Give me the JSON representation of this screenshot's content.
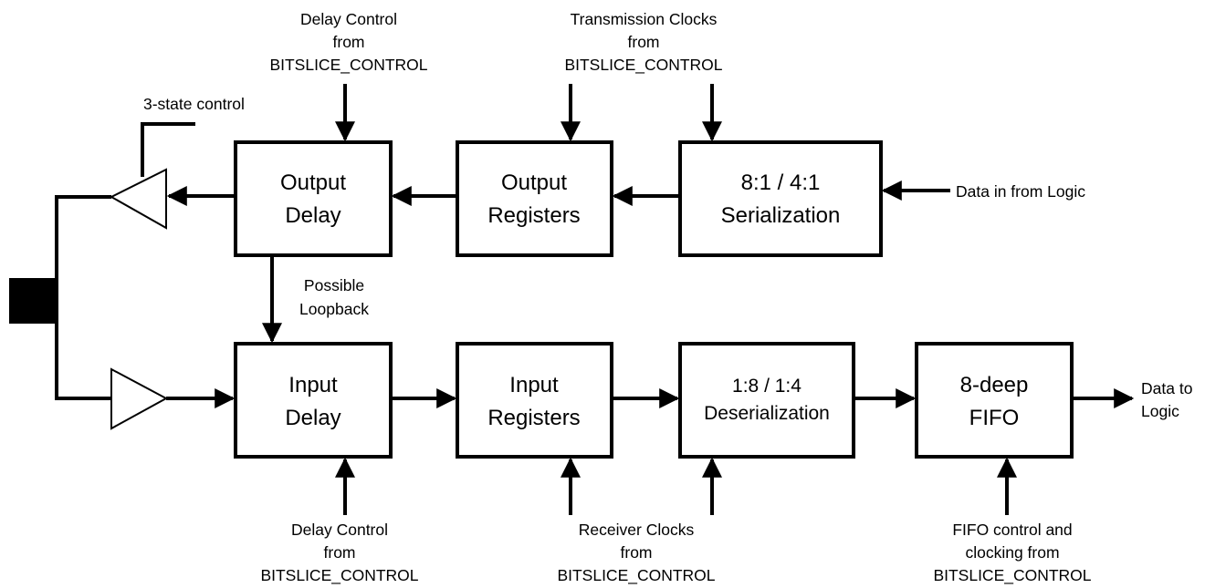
{
  "blocks": {
    "output_delay": [
      "Output",
      "Delay"
    ],
    "output_registers": [
      "Output",
      "Registers"
    ],
    "serialization": [
      "8:1 / 4:1",
      "Serialization"
    ],
    "input_delay": [
      "Input",
      "Delay"
    ],
    "input_registers": [
      "Input",
      "Registers"
    ],
    "deserialization": [
      "1:8 / 1:4",
      "Deserialization"
    ],
    "fifo": [
      "8-deep",
      "FIFO"
    ]
  },
  "annotations": {
    "delay_control_top": [
      "Delay Control",
      "from",
      "BITSLICE_CONTROL"
    ],
    "transmission_clocks": [
      "Transmission Clocks",
      "from",
      "BITSLICE_CONTROL"
    ],
    "three_state": "3-state control",
    "data_in": "Data in from Logic",
    "loopback": [
      "Possible",
      "Loopback"
    ],
    "data_out": [
      "Data to",
      "Logic"
    ],
    "delay_control_bottom": [
      "Delay Control",
      "from",
      "BITSLICE_CONTROL"
    ],
    "receiver_clocks": [
      "Receiver Clocks",
      "from",
      "BITSLICE_CONTROL"
    ],
    "fifo_control": [
      "FIFO control and",
      "clocking from",
      "BITSLICE_CONTROL"
    ]
  },
  "icons": {
    "pad": "io-pad-icon",
    "output_buffer": "output-buffer-icon",
    "input_buffer": "input-buffer-icon"
  }
}
